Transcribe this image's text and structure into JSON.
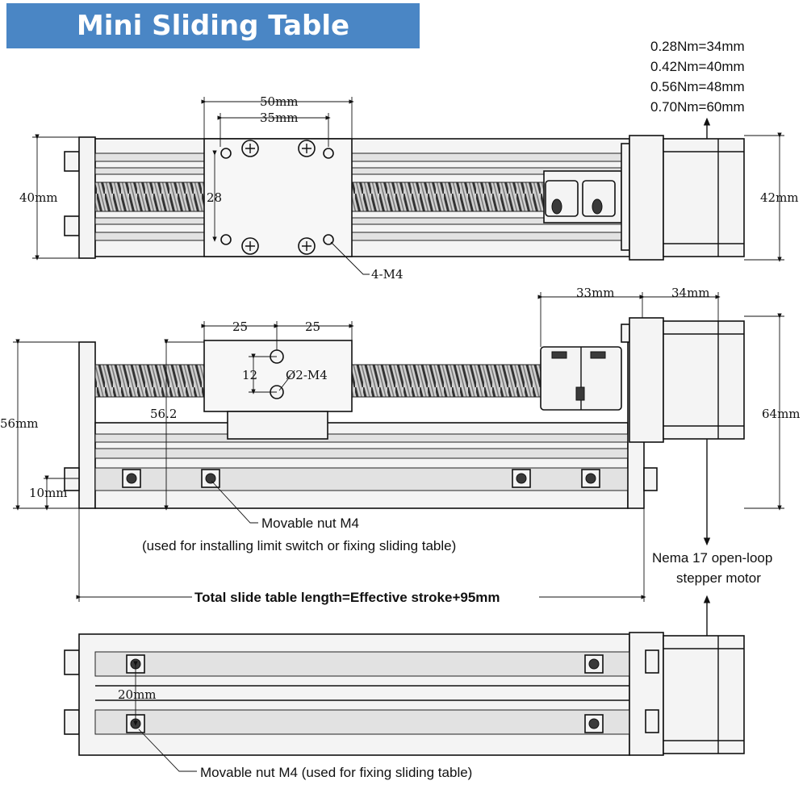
{
  "title": "Mini Sliding Table",
  "torque_list": [
    "0.28Nm=34mm",
    "0.42Nm=40mm",
    "0.56Nm=48mm",
    "0.70Nm=60mm"
  ],
  "top_view": {
    "dim_50": "50mm",
    "dim_35": "35mm",
    "dim_40": "40mm",
    "dim_28": "28",
    "dim_42": "42mm",
    "hole_label": "4-M4"
  },
  "side_view": {
    "dim_25_left": "25",
    "dim_25_right": "25",
    "dim_12": "12",
    "hole_label": "Ø2-M4",
    "dim_56_2": "56.2",
    "dim_56": "56mm",
    "dim_10": "10mm",
    "dim_33": "33mm",
    "dim_34": "34mm",
    "dim_64": "64mm",
    "nut_label": "Movable nut M4",
    "nut_note": "(used for installing limit switch or fixing sliding table)",
    "motor_label_1": "Nema 17 open-loop",
    "motor_label_2": "stepper motor",
    "length_label": "Total slide table length=Effective stroke+95mm"
  },
  "bottom_view": {
    "dim_20": "20mm",
    "nut_label": "Movable nut M4 (used for fixing sliding table)"
  }
}
